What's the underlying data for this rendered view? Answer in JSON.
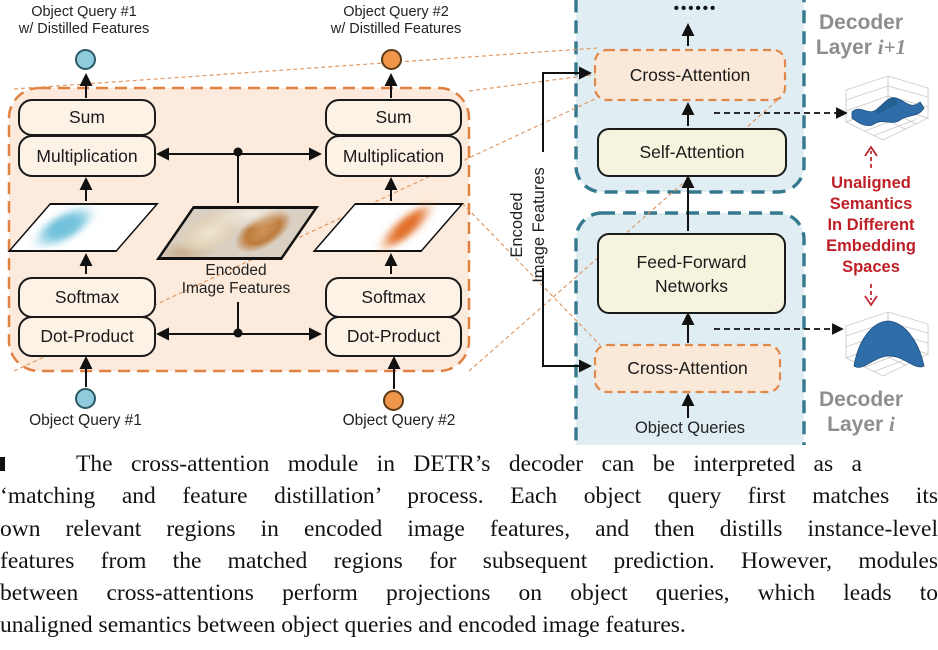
{
  "colors": {
    "accent_orange": "#e08041",
    "peach_block_fill": "#fcebdc",
    "inner_box_fill": "#fdf2e6",
    "teal_border": "#35798f",
    "blue_layer_fill": "#e0eef4",
    "cream_box_fill": "#f6f4df",
    "red_text": "#bf1f26",
    "gray_label": "#8e8e8e",
    "query1_blue": "#8fcbdc",
    "query2_orange": "#f0964b",
    "surface_blue": "#2e6da8"
  },
  "left": {
    "query1_top": {
      "line1": "Object Query #1",
      "line2": "w/ Distilled Features"
    },
    "query2_top": {
      "line1": "Object Query #2",
      "line2": "w/ Distilled Features"
    },
    "sum": "Sum",
    "multiplication": "Multiplication",
    "softmax": "Softmax",
    "dot_product": "Dot-Product",
    "encoded_label": {
      "line1": "Encoded",
      "line2": "Image Features"
    },
    "query1_bottom": "Object Query #1",
    "query2_bottom": "Object Query #2"
  },
  "right": {
    "dots": "••••••",
    "cross_attention": "Cross-Attention",
    "self_attention": "Self-Attention",
    "ffn": {
      "line1": "Feed-Forward",
      "line2": "Networks"
    },
    "object_queries": "Object Queries",
    "encoded_image_features": {
      "line1": "Encoded",
      "line2": "Image Features"
    },
    "decoder_upper": {
      "line1": "Decoder",
      "prefix": "Layer ",
      "index": "i+1"
    },
    "decoder_lower": {
      "line1": "Decoder",
      "prefix": "Layer ",
      "index": "i"
    },
    "unaligned": {
      "line1": "Unaligned",
      "line2": "Semantics",
      "line3": "In Different",
      "line4": "Embedding",
      "line5": "Spaces"
    }
  },
  "caption": {
    "lines": [
      "The cross-attention module in DETR’s decoder can be interpreted as a",
      "‘matching and feature distillation’ process. Each object query first matches its",
      "own relevant regions in encoded image features, and then distills instance-level",
      "features from the matched regions for subsequent prediction. However, modules",
      "between cross-attentions perform projections on object queries, which leads to",
      "unaligned semantics between object queries and encoded image features."
    ]
  }
}
